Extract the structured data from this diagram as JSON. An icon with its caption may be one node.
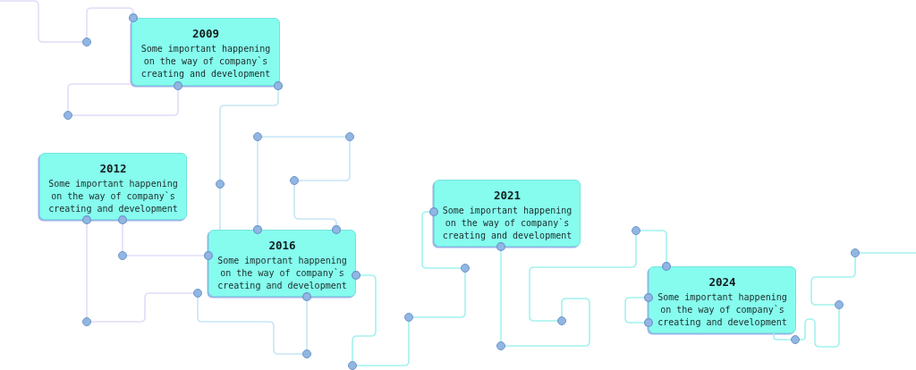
{
  "diagram": {
    "nodes": [
      {
        "text": [
          "2009",
          "Some important happening on the way of company`s creating and development"
        ]
      },
      {
        "text": [
          "2012",
          "Some important happening on the way of company`s creating and development"
        ]
      },
      {
        "text": [
          "2016",
          "Some important happening on the way of company`s creating and development"
        ]
      },
      {
        "text": [
          "2021",
          "Some important happening on the way of company`s creating and development"
        ]
      },
      {
        "text": [
          "2024",
          "Some important happening on the way of company`s creating and development"
        ]
      },
      {
        "text": [],
        "shape": "circle"
      },
      {
        "text": [],
        "shape": "circle"
      },
      {
        "text": [],
        "shape": "circle"
      },
      {
        "text": [],
        "shape": "circle"
      },
      {
        "text": [],
        "shape": "circle"
      },
      {
        "text": [],
        "shape": "circle"
      },
      {
        "text": [],
        "shape": "circle"
      },
      {
        "text": [],
        "shape": "circle"
      },
      {
        "text": [],
        "shape": "circle"
      },
      {
        "text": [],
        "shape": "circle"
      },
      {
        "text": [],
        "shape": "circle"
      },
      {
        "text": [],
        "shape": "circle"
      },
      {
        "text": [],
        "shape": "circle"
      },
      {
        "text": [],
        "shape": "circle"
      },
      {
        "text": [],
        "shape": "circle"
      },
      {
        "text": [],
        "shape": "circle"
      },
      {
        "text": [],
        "shape": "circle"
      },
      {
        "text": [],
        "shape": "circle"
      },
      {
        "text": [],
        "shape": "circle"
      }
    ],
    "edges": [
      {
        "from": null,
        "to": 6,
        "arrow": "none",
        "color": "#e2dcf8"
      },
      {
        "from": 0,
        "to": 6,
        "arrow": "other",
        "color": "#e2dcf8"
      },
      {
        "from": 0,
        "to": 5,
        "arrow": "other",
        "color": "#e2dcf8"
      },
      {
        "from": 0,
        "to": 5,
        "arrow": "none",
        "color": "#e2dcf8"
      },
      {
        "from": 0,
        "to": 10,
        "arrow": "other",
        "color": "#c6e6f6"
      },
      {
        "from": 10,
        "to": 2,
        "arrow": "none",
        "color": "#c6e6f6"
      },
      {
        "from": 2,
        "to": 11,
        "arrow": "other",
        "color": "#c6e6f6"
      },
      {
        "from": 11,
        "to": 14,
        "arrow": "none",
        "color": "#c6e6f6"
      },
      {
        "from": 14,
        "to": 12,
        "arrow": "none",
        "color": "#c6e6f6"
      },
      {
        "from": 2,
        "to": 12,
        "arrow": "other",
        "color": "#c6e6f6"
      },
      {
        "from": 1,
        "to": 7,
        "arrow": "other",
        "color": "#e2dcf8"
      },
      {
        "from": 7,
        "to": 9,
        "arrow": "none",
        "color": "#e2dcf8"
      },
      {
        "from": 9,
        "to": 13,
        "arrow": "none",
        "color": "#c6e6f6"
      },
      {
        "from": 2,
        "to": 13,
        "arrow": "other",
        "color": "#c6e6f6"
      },
      {
        "from": 1,
        "to": 8,
        "arrow": "other",
        "color": "#e2dcf8"
      },
      {
        "from": 2,
        "to": 8,
        "arrow": "other",
        "color": "#e2dcf8"
      },
      {
        "from": 2,
        "to": 15,
        "arrow": "other"
      },
      {
        "from": 15,
        "to": 16,
        "arrow": "none"
      },
      {
        "from": 16,
        "to": 17,
        "arrow": "none"
      },
      {
        "from": 3,
        "to": 17,
        "arrow": "other"
      },
      {
        "from": 3,
        "to": 18,
        "arrow": "other"
      },
      {
        "from": 18,
        "to": 19,
        "arrow": "none"
      },
      {
        "from": 19,
        "to": 20,
        "arrow": "none"
      },
      {
        "from": 4,
        "to": 20,
        "arrow": "other"
      },
      {
        "from": 4,
        "to": 4,
        "arrow": "other"
      },
      {
        "from": 4,
        "to": 21,
        "arrow": "none"
      },
      {
        "from": 21,
        "to": 22,
        "arrow": "none"
      },
      {
        "from": 22,
        "to": 23,
        "arrow": "none"
      },
      {
        "from": 23,
        "to": null,
        "arrow": "none"
      }
    ]
  }
}
